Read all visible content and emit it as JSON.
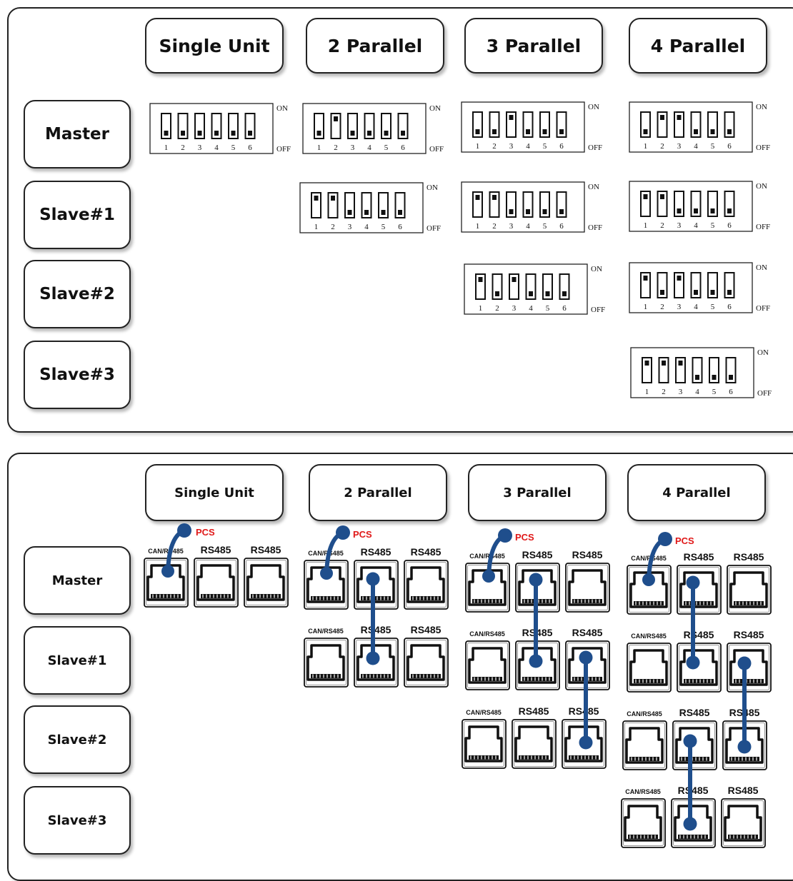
{
  "columns": [
    "Single Unit",
    "2 Parallel",
    "3 Parallel",
    "4 Parallel"
  ],
  "rows": [
    "Master",
    "Slave#1",
    "Slave#2",
    "Slave#3"
  ],
  "dip": {
    "on_label": "ON",
    "off_label": "OFF",
    "numbers": [
      "1",
      "2",
      "3",
      "4",
      "5",
      "6"
    ],
    "settings": [
      {
        "id": "single-master",
        "col": 0,
        "row": 0,
        "on": [
          false,
          false,
          false,
          false,
          false,
          false
        ]
      },
      {
        "id": "p2-master",
        "col": 1,
        "row": 0,
        "on": [
          false,
          true,
          false,
          false,
          false,
          false
        ]
      },
      {
        "id": "p2-slave1",
        "col": 1,
        "row": 1,
        "on": [
          true,
          true,
          false,
          false,
          false,
          false
        ]
      },
      {
        "id": "p3-master",
        "col": 2,
        "row": 0,
        "on": [
          false,
          false,
          true,
          false,
          false,
          false
        ]
      },
      {
        "id": "p3-slave1",
        "col": 2,
        "row": 1,
        "on": [
          true,
          true,
          false,
          false,
          false,
          false
        ]
      },
      {
        "id": "p3-slave2",
        "col": 2,
        "row": 2,
        "on": [
          true,
          false,
          true,
          false,
          false,
          false
        ]
      },
      {
        "id": "p4-master",
        "col": 3,
        "row": 0,
        "on": [
          false,
          true,
          true,
          false,
          false,
          false
        ]
      },
      {
        "id": "p4-slave1",
        "col": 3,
        "row": 1,
        "on": [
          true,
          true,
          false,
          false,
          false,
          false
        ]
      },
      {
        "id": "p4-slave2",
        "col": 3,
        "row": 2,
        "on": [
          true,
          false,
          true,
          false,
          false,
          false
        ]
      },
      {
        "id": "p4-slave3",
        "col": 3,
        "row": 3,
        "on": [
          true,
          true,
          true,
          false,
          false,
          false
        ]
      }
    ]
  },
  "ports": {
    "port_labels": [
      "CAN/RS485",
      "RS485",
      "RS485"
    ],
    "pcs_label": "PCS",
    "link_color": "#1f4e8c",
    "pcs_color": "#e01818",
    "groups": [
      {
        "id": "single-master",
        "col": 0,
        "row": 0
      },
      {
        "id": "p2-master",
        "col": 1,
        "row": 0
      },
      {
        "id": "p2-slave1",
        "col": 1,
        "row": 1
      },
      {
        "id": "p3-master",
        "col": 2,
        "row": 0
      },
      {
        "id": "p3-slave1",
        "col": 2,
        "row": 1
      },
      {
        "id": "p3-slave2",
        "col": 2,
        "row": 2
      },
      {
        "id": "p4-master",
        "col": 3,
        "row": 0
      },
      {
        "id": "p4-slave1",
        "col": 3,
        "row": 1
      },
      {
        "id": "p4-slave2",
        "col": 3,
        "row": 2
      },
      {
        "id": "p4-slave3",
        "col": 3,
        "row": 3
      }
    ]
  }
}
